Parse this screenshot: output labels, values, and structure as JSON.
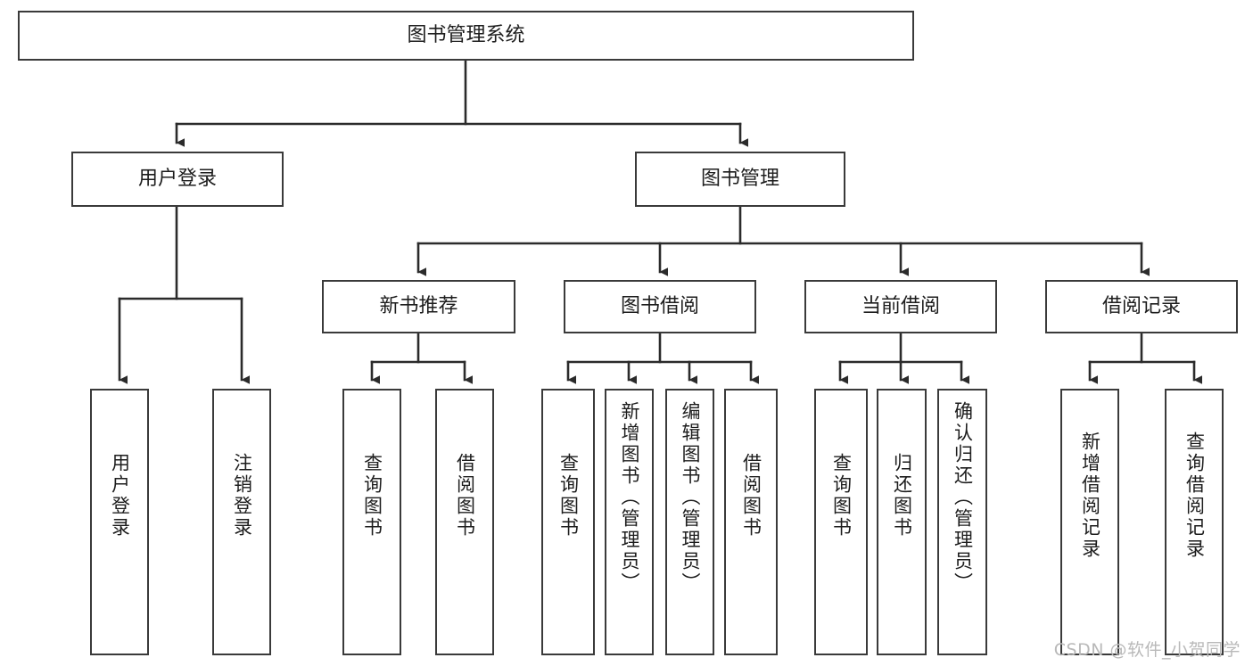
{
  "diagram": {
    "title": "图书管理系统",
    "type": "tree-hierarchy",
    "watermark": "CSDN @软件_小贺同学",
    "colors": {
      "box_border": "#3a3a3a",
      "box_fill": "#ffffff",
      "connector": "#2b2b2b",
      "text": "#1d1d1d",
      "watermark": "#b9b9b9"
    }
  },
  "root": {
    "label": "图书管理系统"
  },
  "level2": [
    {
      "label": "用户登录"
    },
    {
      "label": "图书管理"
    }
  ],
  "level3": [
    {
      "label": "新书推荐"
    },
    {
      "label": "图书借阅"
    },
    {
      "label": "当前借阅"
    },
    {
      "label": "借阅记录"
    }
  ],
  "leaves": {
    "user_login": [
      {
        "label": "用户登录"
      },
      {
        "label": "注销登录"
      }
    ],
    "new_book": [
      {
        "label": "查询图书"
      },
      {
        "label": "借阅图书"
      }
    ],
    "book_borrow": [
      {
        "label": "查询图书"
      },
      {
        "label": "新增图书（管理员）"
      },
      {
        "label": "编辑图书（管理员）"
      },
      {
        "label": "借阅图书"
      }
    ],
    "current_borrow": [
      {
        "label": "查询图书"
      },
      {
        "label": "归还图书"
      },
      {
        "label": "确认归还（管理员）"
      }
    ],
    "borrow_record": [
      {
        "label": "新增借阅记录"
      },
      {
        "label": "查询借阅记录"
      }
    ]
  }
}
